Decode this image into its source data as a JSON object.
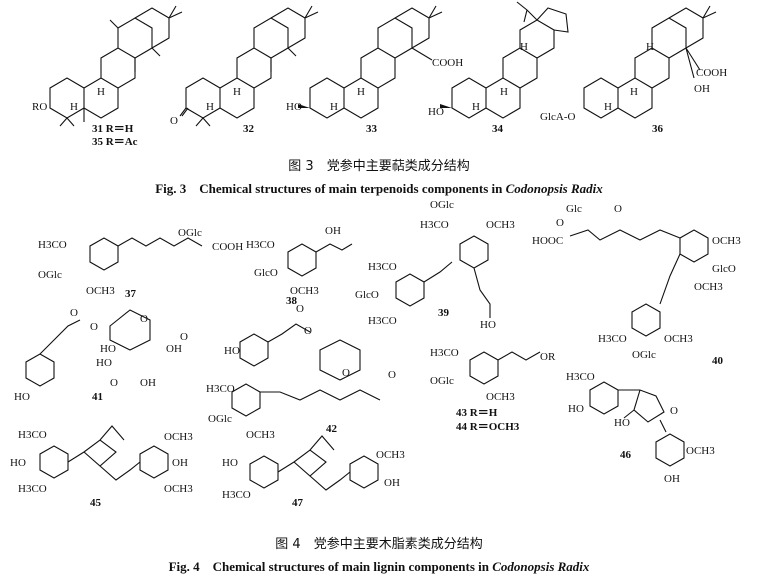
{
  "fig3": {
    "caption_cn": "图 3　党参中主要萜类成分结构",
    "caption_en_prefix": "Fig. 3　Chemical structures of main terpenoids components in ",
    "caption_en_italic": "Codonopsis Radix",
    "compounds": [
      {
        "id": "31",
        "labels": [
          "RO",
          "H",
          "H",
          "31 R＝H",
          "35 R＝Ac"
        ]
      },
      {
        "id": "32",
        "labels": [
          "O",
          "H",
          "H",
          "32"
        ]
      },
      {
        "id": "33",
        "labels": [
          "HO",
          "H",
          "H",
          "COOH",
          "33"
        ]
      },
      {
        "id": "34",
        "labels": [
          "H",
          "HO",
          "H",
          "H",
          "34"
        ]
      },
      {
        "id": "36",
        "labels": [
          "H",
          "COOH",
          "OH",
          "H",
          "H",
          "GlcA-O",
          "36"
        ]
      }
    ]
  },
  "fig4": {
    "caption_cn": "图 4　党参中主要木脂素类成分结构",
    "caption_en_prefix": "Fig. 4　Chemical structures of main lignin components in ",
    "caption_en_italic": "Codonopsis Radix",
    "compounds": [
      {
        "id": "37",
        "labels": [
          "OGlc",
          "H3CO",
          "COOH",
          "OGlc",
          "OCH3",
          "37"
        ]
      },
      {
        "id": "38",
        "labels": [
          "OH",
          "H3CO",
          "GlcO",
          "OCH3",
          "38"
        ]
      },
      {
        "id": "39",
        "labels": [
          "OGlc",
          "H3CO",
          "OCH3",
          "H3CO",
          "GlcO",
          "H3CO",
          "HO",
          "39"
        ]
      },
      {
        "id": "40",
        "labels": [
          "Glc",
          "O",
          "HOOC",
          "O",
          "OCH3",
          "GlcO",
          "OCH3",
          "H3CO",
          "OCH3",
          "OGlc",
          "40"
        ]
      },
      {
        "id": "41",
        "labels": [
          "O",
          "O",
          "O",
          "OH",
          "HO",
          "HO",
          "HO",
          "OH",
          "O",
          "O",
          "41"
        ]
      },
      {
        "id": "42",
        "labels": [
          "O",
          "HO",
          "O",
          "O",
          "O",
          "H3CO",
          "OGlc",
          "OCH3",
          "42"
        ]
      },
      {
        "id": "43",
        "labels": [
          "H3CO",
          "OR",
          "OGlc",
          "OCH3",
          "43 R＝H",
          "44 R＝OCH3"
        ]
      },
      {
        "id": "45",
        "labels": [
          "H3CO",
          "HO",
          "H3CO",
          "OCH3",
          "OH",
          "OCH3",
          "45"
        ]
      },
      {
        "id": "46",
        "labels": [
          "H3CO",
          "HO",
          "HO",
          "O",
          "OCH3",
          "OH",
          "46"
        ]
      },
      {
        "id": "47",
        "labels": [
          "HO",
          "H3CO",
          "OCH3",
          "OH",
          "47"
        ]
      }
    ]
  }
}
